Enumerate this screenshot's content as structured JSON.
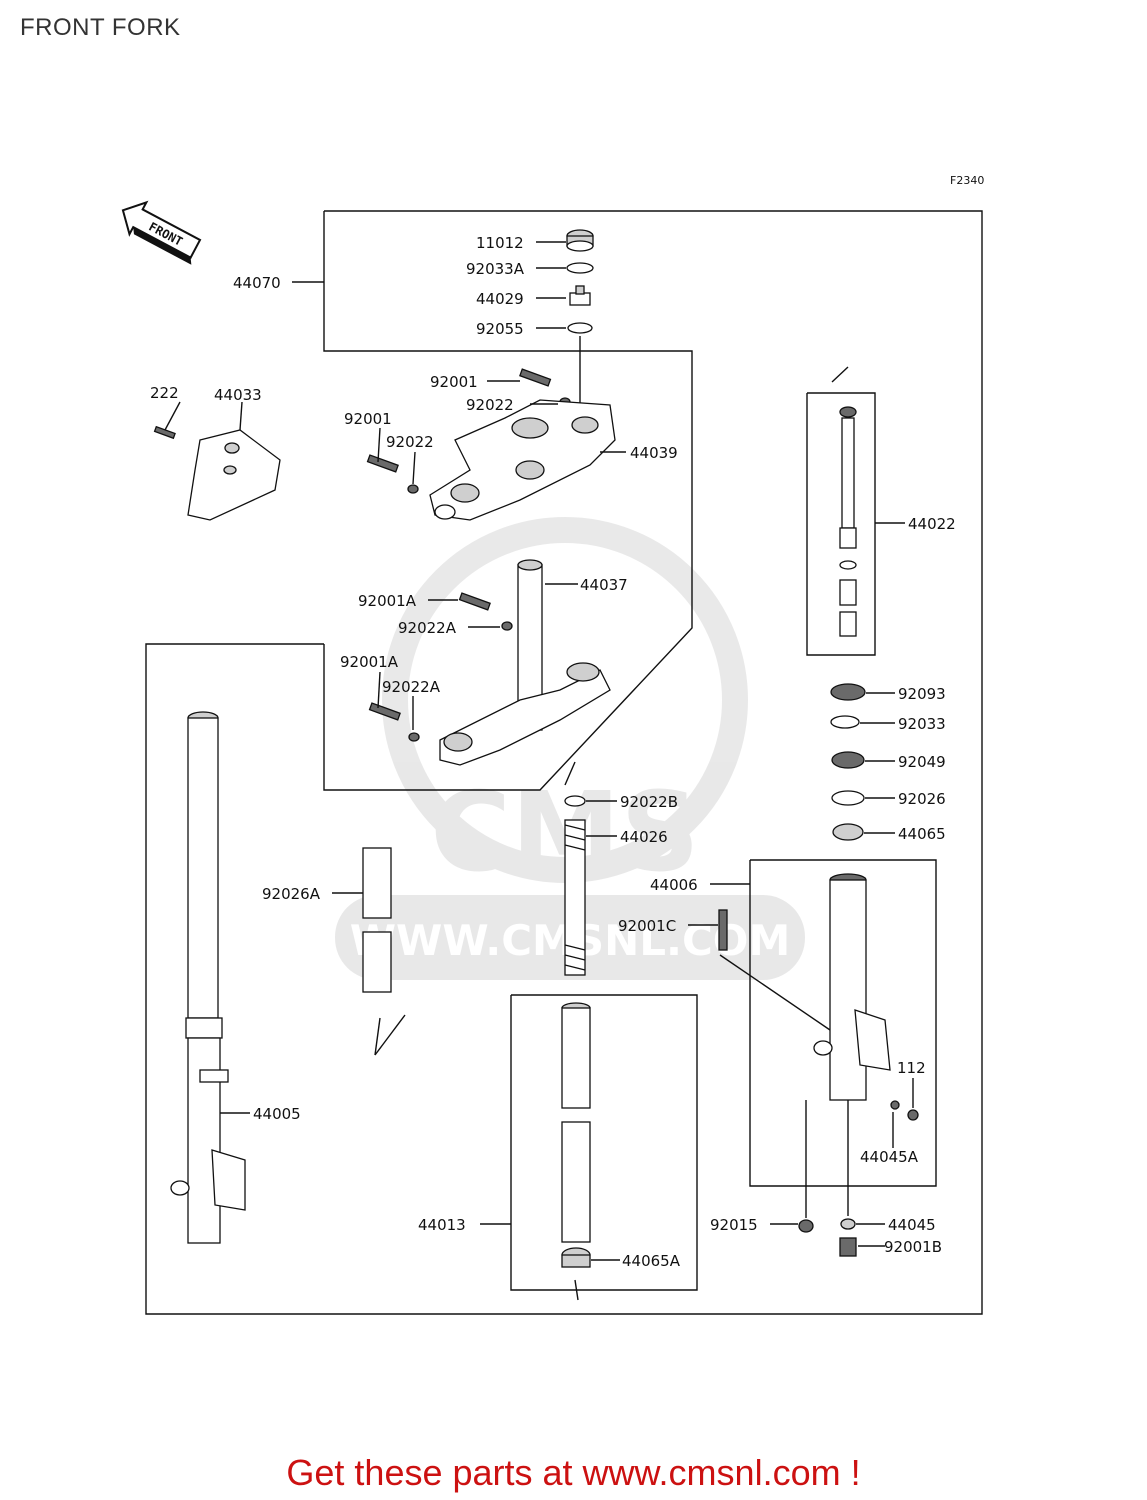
{
  "header": {
    "title": "FRONT FORK"
  },
  "diagram": {
    "figure_code": "F2340",
    "direction_label": "FRONT",
    "watermark": {
      "logo_text": "CMS",
      "url_text": "WWW.CMSNL.COM"
    },
    "part_labels": {
      "p11012": "11012",
      "p92033A": "92033A",
      "p44029": "44029",
      "p92055": "92055",
      "p44070": "44070",
      "p92001_top": "92001",
      "p92022_top": "92022",
      "p222": "222",
      "p44033": "44033",
      "p92001_left": "92001",
      "p92022_left": "92022",
      "p44039": "44039",
      "p44022": "44022",
      "p44037": "44037",
      "p92001A_1": "92001A",
      "p92022A_1": "92022A",
      "p92001A_2": "92001A",
      "p92022A_2": "92022A",
      "p92093": "92093",
      "p92033": "92033",
      "p92049": "92049",
      "p92026": "92026",
      "p44065": "44065",
      "p92022B": "92022B",
      "p44026": "44026",
      "p44006": "44006",
      "p92026A": "92026A",
      "p92001C": "92001C",
      "p44005": "44005",
      "p112": "112",
      "p44045A": "44045A",
      "p44013": "44013",
      "p92015": "92015",
      "p44045": "44045",
      "p92001B": "92001B",
      "p44065A": "44065A"
    }
  },
  "footer": {
    "promo": "Get these parts at www.cmsnl.com !"
  }
}
